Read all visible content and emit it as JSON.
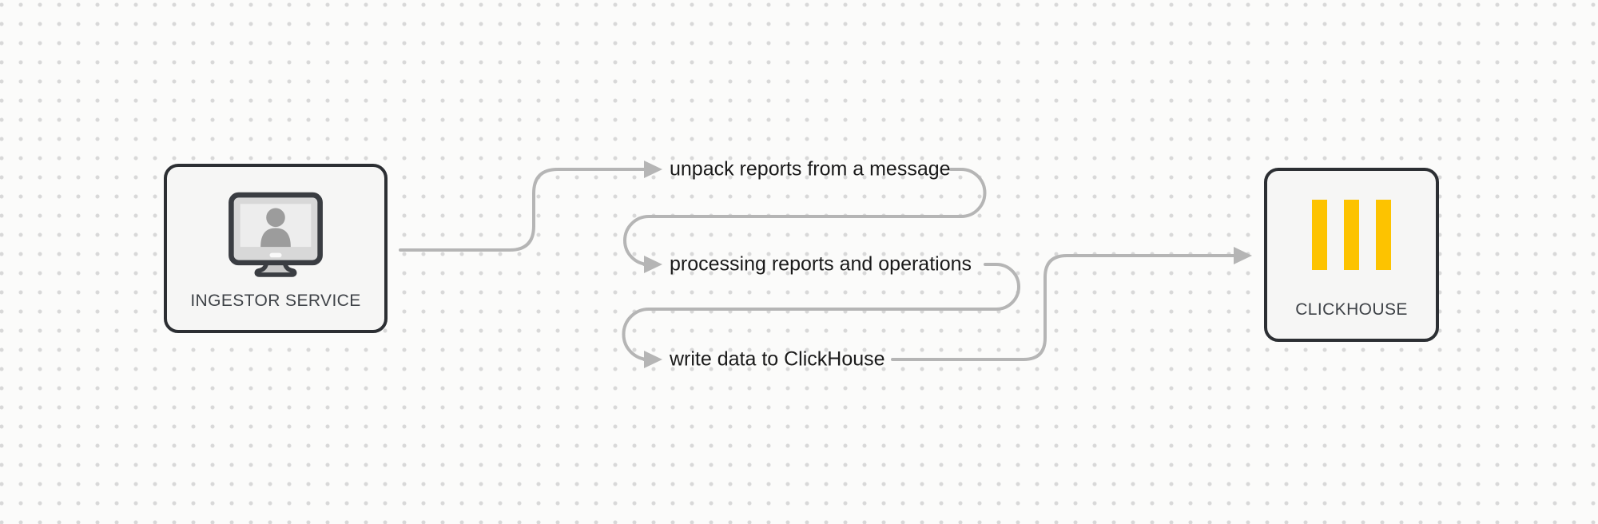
{
  "diagram": {
    "nodes": [
      {
        "id": "ingestor-service",
        "label": "INGESTOR SERVICE",
        "icon": "monitor-user-icon"
      },
      {
        "id": "clickhouse",
        "label": "CLICKHOUSE",
        "icon": "clickhouse-logo-icon"
      }
    ],
    "steps": [
      {
        "label": "unpack reports from a message"
      },
      {
        "label": "processing reports and operations"
      },
      {
        "label": "write data to ClickHouse"
      }
    ],
    "colors": {
      "bg": "#fbfbfa",
      "dot": "#d8d8d8",
      "connector": "#b5b5b5",
      "node_fill": "#f6f6f5",
      "node_border": "#2c2f33",
      "node_label": "#3e4247",
      "step_text": "#1a1a1a",
      "clickhouse_yellow": "#fdc300"
    }
  }
}
